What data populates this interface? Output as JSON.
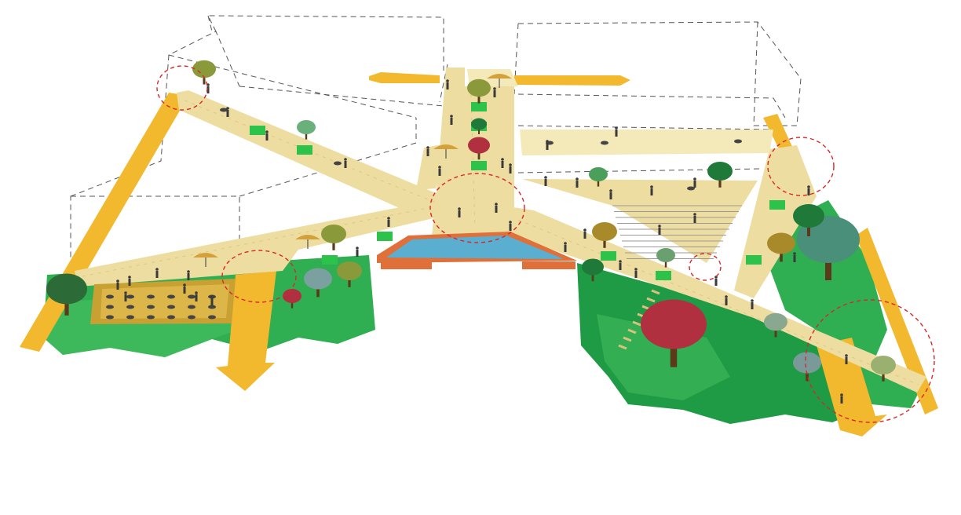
{
  "diagram": {
    "kind": "isometric-landscape-circulation-plan",
    "printed_text": []
  },
  "palette": {
    "background": "#ffffff",
    "deck": "#eedda0",
    "deck_light": "#f4e9b8",
    "deck_texture": "#d9c27c",
    "circulation_arrow": "#f2b82e",
    "lawn_dark": "#1f9a45",
    "lawn_mid": "#2fae52",
    "lawn_light": "#48c262",
    "inset_lawn": "#2dc24a",
    "water": "#5aaed0",
    "pool_edge": "#e0703a",
    "plaza_gold": "#c9a032",
    "building_outline": "#555555",
    "focus_circle": "#d62828",
    "tree_green": "#1f7a3a",
    "tree_olive": "#8a9a3a",
    "tree_teal": "#4a8f7a",
    "tree_red": "#b03040",
    "tree_ochre": "#a88a2a"
  },
  "icons": {
    "tree": "round-canopy-tree-icon",
    "umbrella": "cafe-umbrella-icon",
    "person": "pedestrian-figure-icon",
    "table": "cafe-table-icon",
    "bench": "green-bench-icon"
  },
  "counts": {
    "focus_circles": 6,
    "circulation_arrows": 6
  }
}
